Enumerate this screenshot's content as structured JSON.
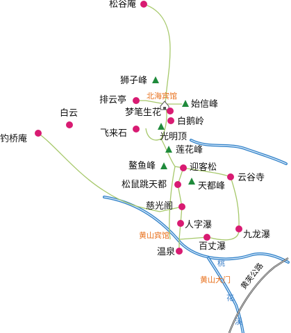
{
  "colors": {
    "poi": "#d81b72",
    "peak": "#1f8a3b",
    "river": "#2f80c8",
    "path": "#a6c86a",
    "road": "#444444",
    "label_orange": "#e8701c"
  },
  "points_of_interest": [
    {
      "id": "songguan",
      "label": "松谷庵",
      "type": "poi"
    },
    {
      "id": "shizifeng",
      "label": "狮子峰",
      "type": "peak"
    },
    {
      "id": "paiyunting",
      "label": "排云亭",
      "type": "poi"
    },
    {
      "id": "beihai",
      "label": "北海宾馆",
      "type": "hotel"
    },
    {
      "id": "shixinfeng",
      "label": "始信峰",
      "type": "peak"
    },
    {
      "id": "mengbi",
      "label": "梦笔生花",
      "type": "poi"
    },
    {
      "id": "baieling",
      "label": "白鹅岭",
      "type": "poi"
    },
    {
      "id": "baiyun",
      "label": "白云",
      "type": "poi"
    },
    {
      "id": "feilaishi",
      "label": "飞来石",
      "type": "poi"
    },
    {
      "id": "guangmingding",
      "label": "光明顶",
      "type": "peak"
    },
    {
      "id": "diaoqiaoan",
      "label": "钓桥庵",
      "type": "poi"
    },
    {
      "id": "lianhuafeng",
      "label": "莲花峰",
      "type": "peak"
    },
    {
      "id": "aoyufeng",
      "label": "鳌鱼峰",
      "type": "peak"
    },
    {
      "id": "yingkesong",
      "label": "迎客松",
      "type": "poi"
    },
    {
      "id": "yungusi",
      "label": "云谷寺",
      "type": "poi"
    },
    {
      "id": "songshu",
      "label": "松鼠跳天都",
      "type": "poi"
    },
    {
      "id": "tiandufeng",
      "label": "天都峰",
      "type": "peak"
    },
    {
      "id": "ciguangge",
      "label": "慈光阁",
      "type": "poi"
    },
    {
      "id": "renzipu",
      "label": "人字瀑",
      "type": "poi"
    },
    {
      "id": "jiulongpu",
      "label": "九龙瀑",
      "type": "poi"
    },
    {
      "id": "huangshan_hotel",
      "label": "黄山宾馆",
      "type": "hotel"
    },
    {
      "id": "baizhangpu",
      "label": "百丈瀑",
      "type": "poi"
    },
    {
      "id": "wenquan",
      "label": "温泉",
      "type": "poi"
    }
  ],
  "labels": {
    "gate": "黄山大门",
    "road": "黄芙公路",
    "river_chars": [
      "桃",
      "花",
      "溪"
    ]
  }
}
